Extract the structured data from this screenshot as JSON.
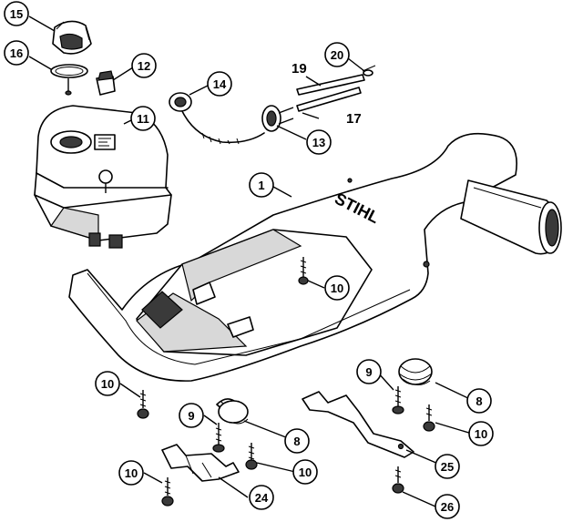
{
  "diagram": {
    "brand_text": "STIHL",
    "callouts": [
      {
        "id": "c15",
        "label": "15"
      },
      {
        "id": "c16",
        "label": "16"
      },
      {
        "id": "c12",
        "label": "12"
      },
      {
        "id": "c14",
        "label": "14"
      },
      {
        "id": "c20",
        "label": "20"
      },
      {
        "id": "c11",
        "label": "11"
      },
      {
        "id": "c13",
        "label": "13"
      },
      {
        "id": "c1",
        "label": "1"
      },
      {
        "id": "c10a",
        "label": "10"
      },
      {
        "id": "c10b",
        "label": "10"
      },
      {
        "id": "c9a",
        "label": "9"
      },
      {
        "id": "c8a",
        "label": "8"
      },
      {
        "id": "c10c",
        "label": "10"
      },
      {
        "id": "c10d",
        "label": "10"
      },
      {
        "id": "c24",
        "label": "24"
      },
      {
        "id": "c9b",
        "label": "9"
      },
      {
        "id": "c8b",
        "label": "8"
      },
      {
        "id": "c10e",
        "label": "10"
      },
      {
        "id": "c25",
        "label": "25"
      },
      {
        "id": "c26",
        "label": "26"
      }
    ],
    "plain_labels": [
      {
        "id": "l19",
        "label": "19"
      },
      {
        "id": "l17",
        "label": "17"
      }
    ]
  }
}
